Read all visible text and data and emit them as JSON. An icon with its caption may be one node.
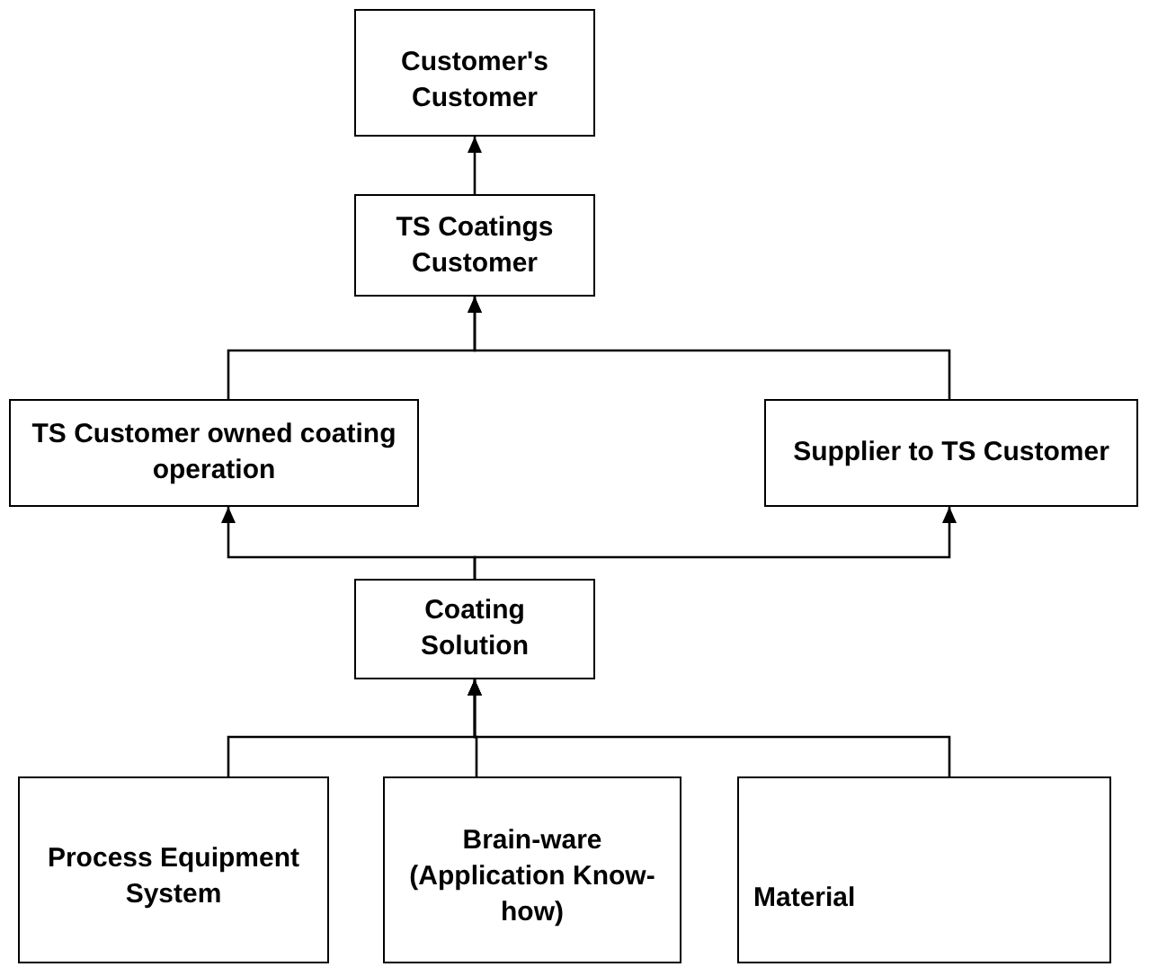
{
  "diagram": {
    "nodes": [
      {
        "text": [
          "Customer's Customer"
        ]
      },
      {
        "text": [
          "TS Coatings Customer"
        ]
      },
      {
        "text": [
          "TS Customer owned coating operation"
        ]
      },
      {
        "text": [
          "Supplier to TS Customer"
        ]
      },
      {
        "text": [
          "Coating Solution"
        ]
      },
      {
        "text": [
          "Process Equipment System"
        ]
      },
      {
        "text": [
          "Brain-ware (Application Know-how)"
        ]
      },
      {
        "text": [
          "Material"
        ]
      }
    ],
    "edges": [
      {
        "from": 1,
        "to": 0,
        "arrow": "to"
      },
      {
        "from": 2,
        "to": 1,
        "arrow": "to"
      },
      {
        "from": 3,
        "to": 1,
        "arrow": "to"
      },
      {
        "from": 4,
        "to": 2,
        "arrow": "to"
      },
      {
        "from": 4,
        "to": 3,
        "arrow": "to"
      },
      {
        "from": 5,
        "to": 4,
        "arrow": "to"
      },
      {
        "from": 6,
        "to": 4,
        "arrow": "to"
      },
      {
        "from": 7,
        "to": 4,
        "arrow": "to"
      }
    ]
  }
}
